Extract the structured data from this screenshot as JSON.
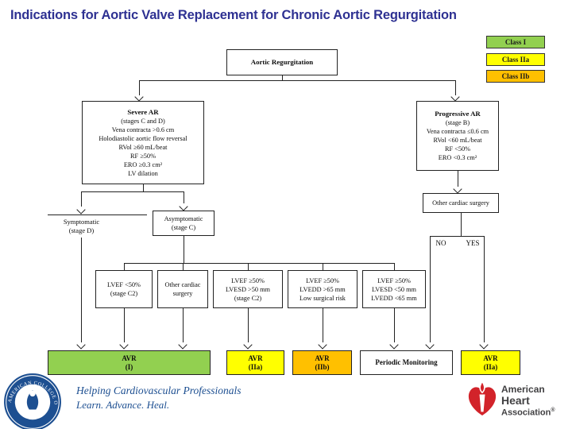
{
  "slide": {
    "title": "Indications for Aortic Valve Replacement for Chronic Aortic Regurgitation"
  },
  "colors": {
    "title_text": "#2e3192",
    "class_i_green": "#92d050",
    "class_iia_yellow": "#ffff00",
    "class_iib_orange": "#ffc000",
    "acc_blue": "#1d4f91",
    "aha_red": "#d2232a",
    "aha_gray": "#414042"
  },
  "legend": {
    "items": [
      {
        "label": "Class I",
        "color": "#92d050"
      },
      {
        "label": "Class IIa",
        "color": "#ffff00"
      },
      {
        "label": "Class IIb",
        "color": "#ffc000"
      }
    ]
  },
  "flowchart": {
    "root_label": "Aortic Regurgitation",
    "severe_ar": {
      "heading": "Severe AR",
      "lines": [
        "(stages C and D)",
        "Vena contracta >0.6 cm",
        "Holodiastolic aortic flow reversal",
        "RVol ≥60 mL/beat",
        "RF ≥50%",
        "ERO ≥0.3 cm²",
        "LV dilation"
      ]
    },
    "progressive_ar": {
      "heading": "Progressive AR",
      "lines": [
        "(stage B)",
        "Vena contracta ≤0.6 cm",
        "RVol <60 mL/beat",
        "RF <50%",
        "ERO <0.3 cm²"
      ]
    },
    "symptomatic": {
      "line1": "Symptomatic",
      "line2": "(stage D)"
    },
    "asymptomatic": {
      "line1": "Asymptomatic",
      "line2": "(stage C)"
    },
    "other_cardiac_surgery_label": "Other cardiac surgery",
    "no_label": "NO",
    "yes_label": "YES",
    "criteria": [
      {
        "line1": "LVEF <50%",
        "line2": "(stage C2)"
      },
      {
        "line1": "Other cardiac",
        "line2": "surgery"
      },
      {
        "line1": "LVEF ≥50%",
        "line2": "LVESD >50 mm",
        "line3": "(stage C2)"
      },
      {
        "line1": "LVEF ≥50%",
        "line2": "LVEDD >65 mm",
        "line3": "Low surgical risk"
      },
      {
        "line1": "LVEF ≥50%",
        "line2": "LVESD <50 mm",
        "line3": "LVEDD <65 mm"
      }
    ],
    "outcomes": [
      {
        "line1": "AVR",
        "line2": "(I)",
        "color": "#92d050"
      },
      {
        "line1": "AVR",
        "line2": "(IIa)",
        "color": "#ffff00"
      },
      {
        "line1": "AVR",
        "line2": "(IIb)",
        "color": "#ffc000"
      },
      {
        "line1": "Periodic Monitoring",
        "color": "#ffffff"
      },
      {
        "line1": "AVR",
        "line2": "(IIa)",
        "color": "#ffff00"
      }
    ]
  },
  "footer": {
    "acc_seal_text": "AMERICAN COLLEGE OF CARDIOLOGY",
    "acc_tagline_line1": "Helping Cardiovascular Professionals",
    "acc_tagline_line2": "Learn. Advance. Heal.",
    "aha_name_line1": "American",
    "aha_name_line2": "Heart",
    "aha_name_line3": "Association",
    "aha_registered": "®"
  }
}
